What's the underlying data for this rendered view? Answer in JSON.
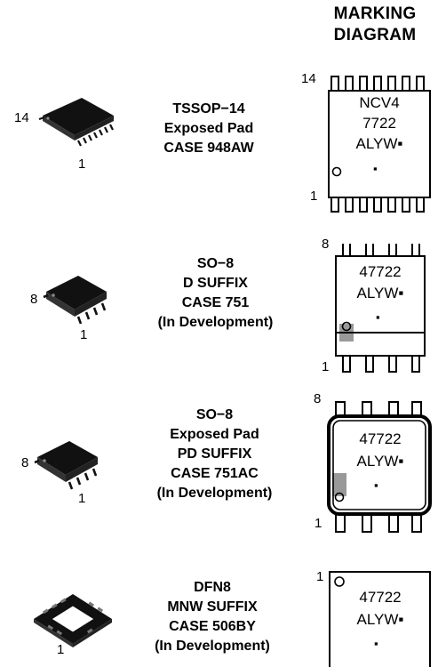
{
  "header": {
    "line1": "MARKING",
    "line2": "DIAGRAM"
  },
  "packages": [
    {
      "lines": [
        "TSSOP−14",
        "Exposed Pad",
        "CASE 948AW"
      ],
      "pin_left": "14",
      "pin_bottom": "1",
      "marking": {
        "pin_top": "14",
        "pin_bottom": "1",
        "lines": [
          "NCV4",
          "7722",
          "ALYW▪"
        ],
        "dot": "▪"
      }
    },
    {
      "lines": [
        "SO−8",
        "D SUFFIX",
        "CASE 751",
        "(In Development)"
      ],
      "pin_left": "8",
      "pin_bottom": "1",
      "marking": {
        "pin_top": "8",
        "pin_bottom": "1",
        "lines": [
          "47722",
          "ALYW▪"
        ],
        "dot": "▪"
      }
    },
    {
      "lines": [
        "SO−8",
        "Exposed Pad",
        "PD SUFFIX",
        "CASE 751AC",
        "(In Development)"
      ],
      "pin_left": "8",
      "pin_bottom": "1",
      "marking": {
        "pin_top": "8",
        "pin_bottom": "1",
        "lines": [
          "47722",
          "ALYW▪"
        ],
        "dot": "▪"
      }
    },
    {
      "lines": [
        "DFN8",
        "MNW SUFFIX",
        "CASE 506BY",
        "(In Development)"
      ],
      "pin_bottom": "1",
      "marking": {
        "pin_top": "1",
        "lines": [
          "47722",
          "ALYW▪"
        ],
        "dot": "▪"
      }
    }
  ]
}
